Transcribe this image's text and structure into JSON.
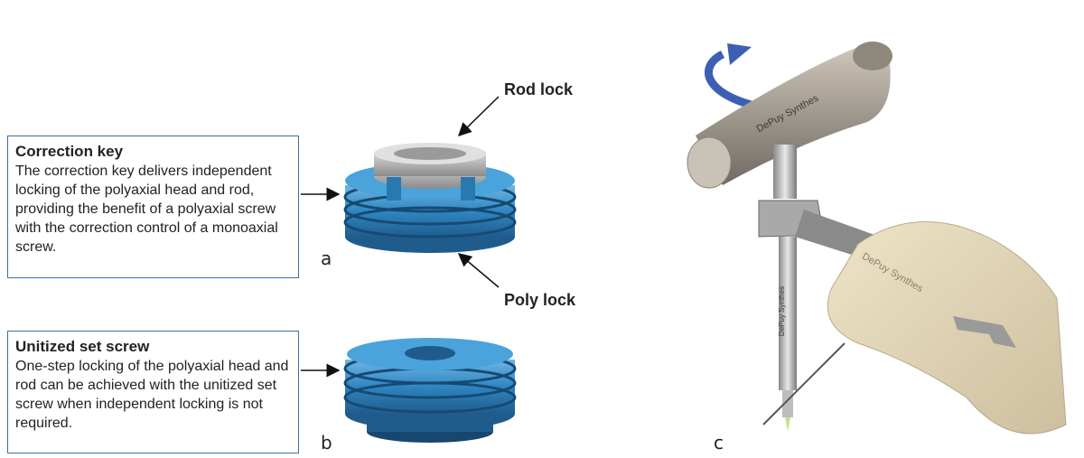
{
  "correction_key": {
    "title": "Correction key",
    "body": "The correction key delivers independent locking of the polyaxial head and rod, providing the benefit of a polyaxial screw with the correction control of a monoaxial screw."
  },
  "unitized_set_screw": {
    "title": "Unitized set screw",
    "body": "One-step locking of  the polyaxial head and rod can be achieved with the unitized set screw when independent locking is not required."
  },
  "callouts": {
    "rod_lock": "Rod lock",
    "poly_lock": "Poly lock"
  },
  "figure_letters": {
    "a": "a",
    "b": "b",
    "c": "c"
  },
  "instrument_text": {
    "handle_brand": "DePuy Synthes",
    "shaft_brand": "DePuy Synthes",
    "hand_brand": "DePuy Synthes"
  },
  "colors": {
    "box_border": "#3a6ea5",
    "screw_blue": "#3a8fc9",
    "rotation_arrow": "#3d5fb3"
  }
}
